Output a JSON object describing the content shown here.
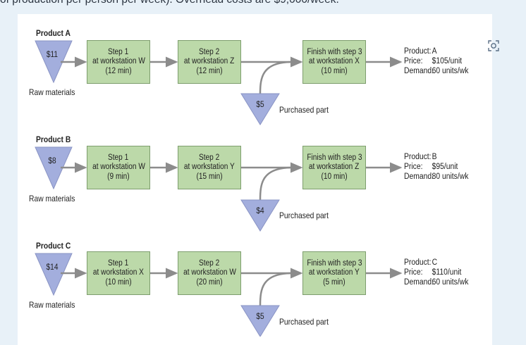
{
  "header_text": "of production per person per week). Overhead costs are $9,000/week.",
  "products": [
    {
      "title": "Product A",
      "raw_price": "$11",
      "raw_label": "Raw materials",
      "steps": [
        {
          "line1": "Step 1",
          "line2": "at workstation W",
          "line3": "(12 min)"
        },
        {
          "line1": "Step 2",
          "line2": "at workstation Z",
          "line3": "(12 min)"
        },
        {
          "line1": "Finish with step 3",
          "line2": "at workstation X",
          "line3": "(10 min)"
        }
      ],
      "purchased_price": "$5",
      "purchased_label": "Purchased part",
      "info": {
        "product_key": "Product:",
        "product": "A",
        "price_key": "Price:",
        "price": "$105/unit",
        "demand_key": "Demand:",
        "demand": "60 units/wk"
      }
    },
    {
      "title": "Product B",
      "raw_price": "$8",
      "raw_label": "Raw materials",
      "steps": [
        {
          "line1": "Step 1",
          "line2": "at workstation W",
          "line3": "(9 min)"
        },
        {
          "line1": "Step 2",
          "line2": "at workstation Y",
          "line3": "(15 min)"
        },
        {
          "line1": "Finish with step 3",
          "line2": "at workstation Z",
          "line3": "(10 min)"
        }
      ],
      "purchased_price": "$4",
      "purchased_label": "Purchased part",
      "info": {
        "product_key": "Product:",
        "product": "B",
        "price_key": "Price:",
        "price": "$95/unit",
        "demand_key": "Demand:",
        "demand": "80 units/wk"
      }
    },
    {
      "title": "Product C",
      "raw_price": "$14",
      "raw_label": "Raw materials",
      "steps": [
        {
          "line1": "Step 1",
          "line2": "at workstation X",
          "line3": "(10 min)"
        },
        {
          "line1": "Step 2",
          "line2": "at workstation W",
          "line3": "(20 min)"
        },
        {
          "line1": "Finish with step 3",
          "line2": "at workstation Y",
          "line3": "(5 min)"
        }
      ],
      "purchased_price": "$5",
      "purchased_label": "Purchased part",
      "info": {
        "product_key": "Product:",
        "product": "C",
        "price_key": "Price:",
        "price": "$110/unit",
        "demand_key": "Demand:",
        "demand": "60 units/wk"
      }
    }
  ],
  "colors": {
    "box_fill": "#bcd9a9",
    "box_border": "#7e9e6e",
    "triangle_fill": "#a3aedd",
    "arrow": "#8c8c8c",
    "background": "#e8f1f8"
  },
  "icons": {
    "expand": "expand-icon"
  }
}
